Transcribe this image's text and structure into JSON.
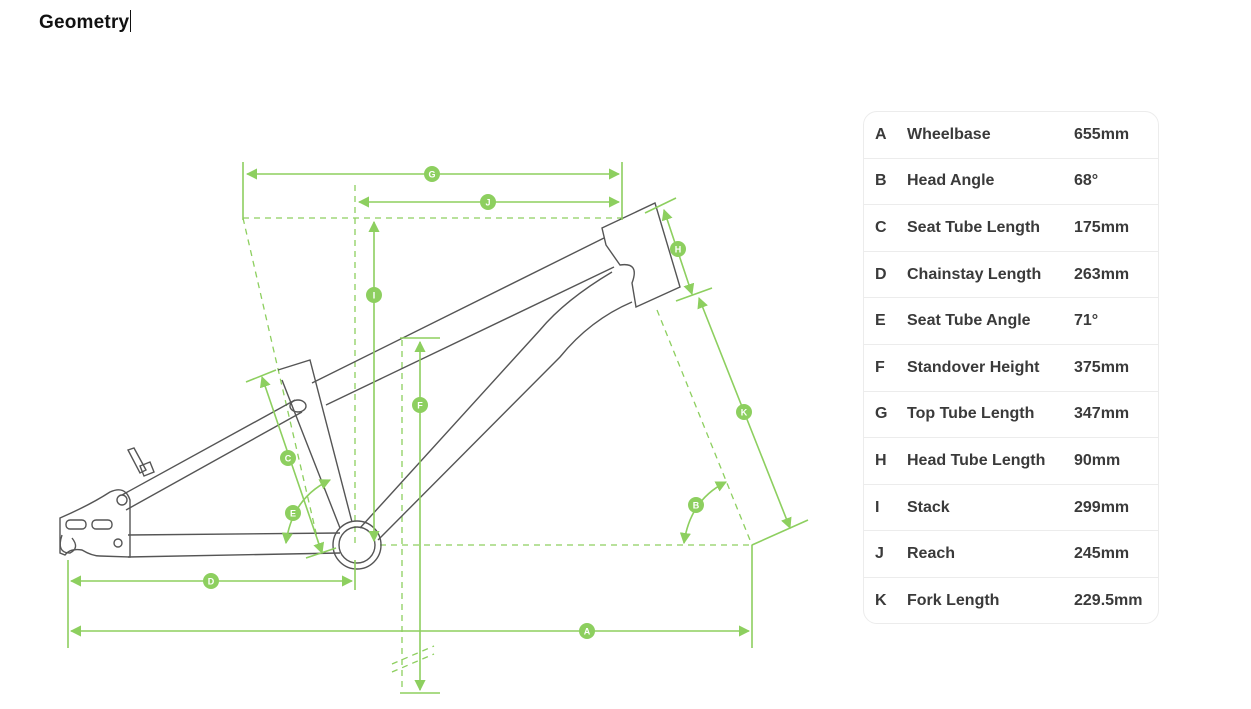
{
  "page": {
    "title": "Geometry"
  },
  "spec_table": {
    "rows": [
      {
        "letter": "A",
        "name": "Wheelbase",
        "value": "655mm"
      },
      {
        "letter": "B",
        "name": "Head Angle",
        "value": "68°"
      },
      {
        "letter": "C",
        "name": "Seat Tube Length",
        "value": "175mm"
      },
      {
        "letter": "D",
        "name": "Chainstay Length",
        "value": "263mm"
      },
      {
        "letter": "E",
        "name": "Seat Tube Angle",
        "value": "71°"
      },
      {
        "letter": "F",
        "name": "Standover Height",
        "value": "375mm"
      },
      {
        "letter": "G",
        "name": "Top Tube Length",
        "value": "347mm"
      },
      {
        "letter": "H",
        "name": "Head Tube Length",
        "value": "90mm"
      },
      {
        "letter": "I",
        "name": "Stack",
        "value": "299mm"
      },
      {
        "letter": "J",
        "name": "Reach",
        "value": "245mm"
      },
      {
        "letter": "K",
        "name": "Fork Length",
        "value": "229.5mm"
      }
    ]
  },
  "diagram": {
    "labels": [
      "A",
      "B",
      "C",
      "D",
      "E",
      "F",
      "G",
      "H",
      "I",
      "J",
      "K"
    ],
    "colors": {
      "dimension": "#8dcf5f",
      "frame": "#555555"
    }
  }
}
